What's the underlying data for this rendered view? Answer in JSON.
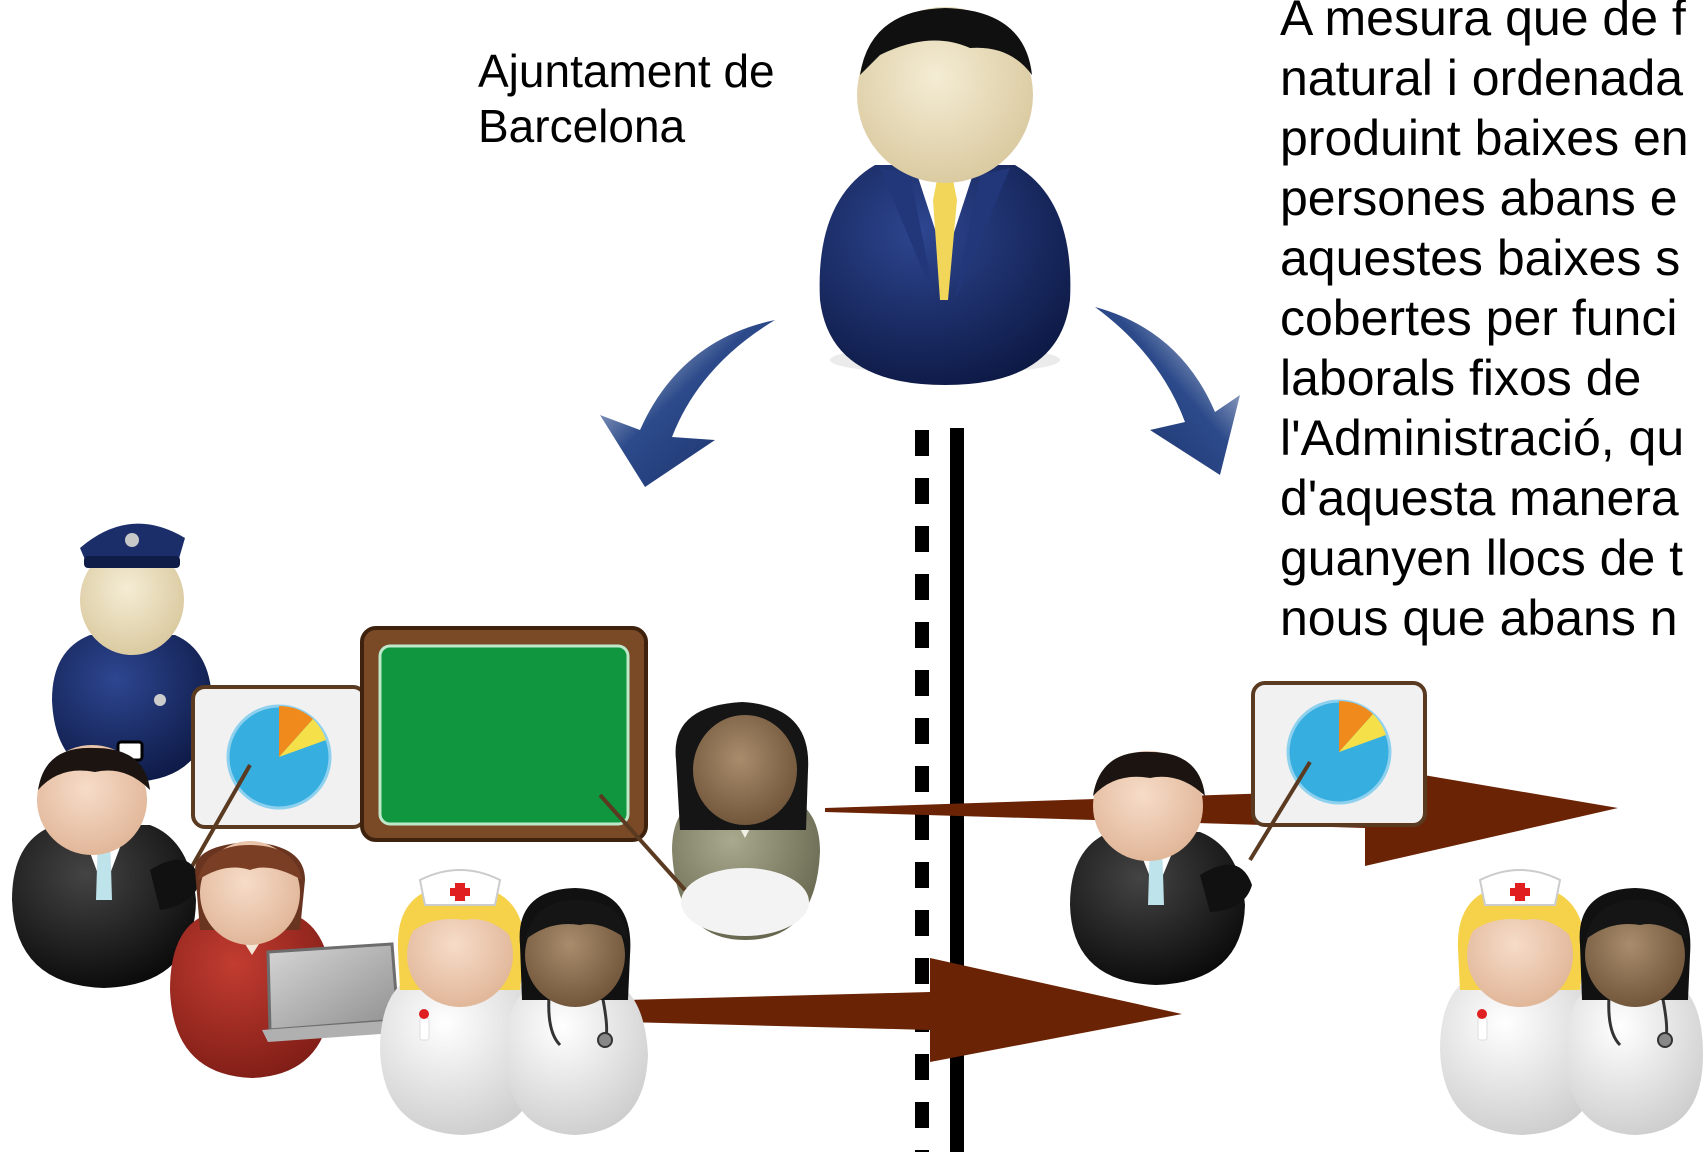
{
  "organization": {
    "line1": "Ajuntament de",
    "line2": "Barcelona"
  },
  "description_lines": [
    "A mesura que de f",
    "natural i ordenada",
    "produint baixes en",
    "persones abans e",
    "aquestes baixes s",
    "cobertes per funci",
    "laborals fixos de",
    "l'Administració, qu",
    "d'aquesta manera",
    "guanyen llocs de t",
    "nous que abans n"
  ],
  "colors": {
    "arrow_brown": "#6b2305",
    "arrow_blue": "#1a2d66",
    "suit_navy": "#15296a",
    "tie_yellow": "#f2d65a",
    "skin": "#e8dcbd",
    "board_green": "#10963f",
    "board_frame": "#7a4a26",
    "pie_blue": "#37aee0",
    "pie_orange": "#f08a1c",
    "pie_yellow": "#f5e04a"
  }
}
